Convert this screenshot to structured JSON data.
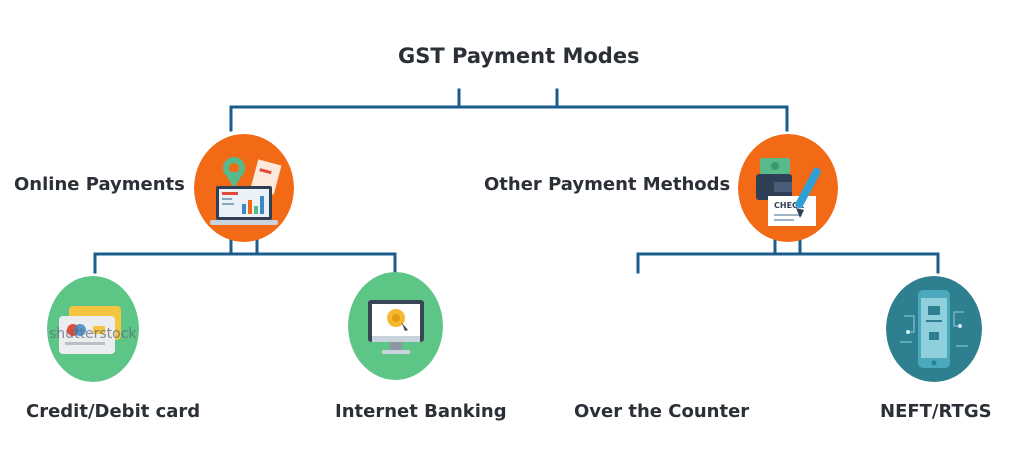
{
  "title": "GST Payment Modes",
  "branches": {
    "online": {
      "label": "Online Payments"
    },
    "other": {
      "label": "Other Payment Methods"
    }
  },
  "leaves": {
    "credit_debit": {
      "label": "Credit/Debit card",
      "watermark": "shutterstock"
    },
    "internet_banking": {
      "label": "Internet Banking"
    },
    "over_counter": {
      "label": "Over the Counter"
    },
    "neft_rtgs": {
      "label": "NEFT/RTGS"
    }
  },
  "icon_text": {
    "check": "CHECK"
  },
  "colors": {
    "line": "#1a5d8c",
    "orange": "#f26a16",
    "green": "#5dc585",
    "teal": "#2e7f8f",
    "text": "#2b2f36"
  },
  "icons": {
    "online": "laptop-payment-icon",
    "other": "cheque-icon",
    "credit_debit": "credit-card-icon",
    "internet_banking": "monitor-bank-icon",
    "over_counter": "none",
    "neft_rtgs": "mobile-transfer-icon"
  }
}
